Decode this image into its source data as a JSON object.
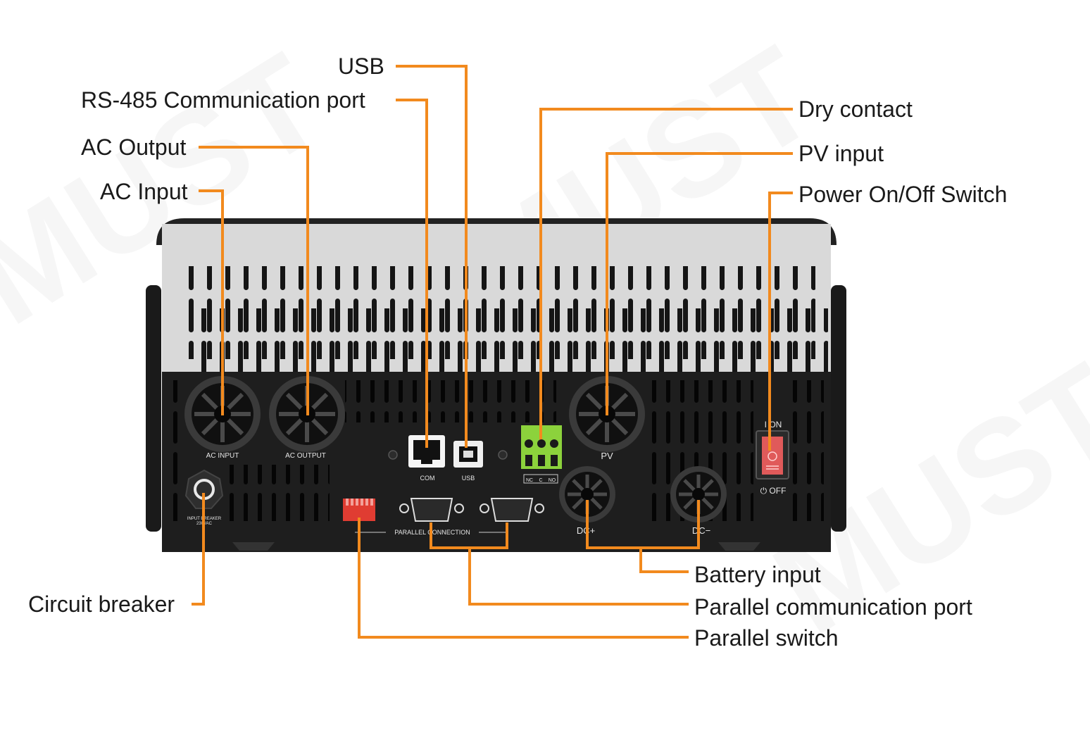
{
  "diagram": {
    "watermark": "MUST",
    "callouts": {
      "usb": "USB",
      "rs485": "RS-485 Communication port",
      "ac_output": "AC Output",
      "ac_input": "AC Input",
      "dry_contact": "Dry contact",
      "pv_input": "PV input",
      "power_switch": "Power On/Off Switch",
      "circuit_breaker": "Circuit breaker",
      "battery_input": "Battery input",
      "parallel_comm": "Parallel communication port",
      "parallel_switch": "Parallel switch"
    },
    "panel_labels": {
      "ac_input": "AC INPUT",
      "ac_output": "AC OUTPUT",
      "com": "COM",
      "usb": "USB",
      "pv": "PV",
      "dc_plus": "DC+",
      "dc_minus": "DC−",
      "on": "I  ON",
      "off": "⏻ OFF",
      "parallel_connection": "PARALLEL CONNECTION",
      "breaker": "INPUT BREAKER",
      "breaker_rating": "230VAC",
      "nc": "NC",
      "c": "C",
      "no": "NO"
    },
    "colors": {
      "leader": "#F28A1E",
      "device_dark": "#1f1f1f",
      "device_light": "#dcdcdc",
      "terminal_green": "#8CD23C",
      "switch_red": "#E05A5A",
      "dip_red": "#E03C32"
    }
  }
}
